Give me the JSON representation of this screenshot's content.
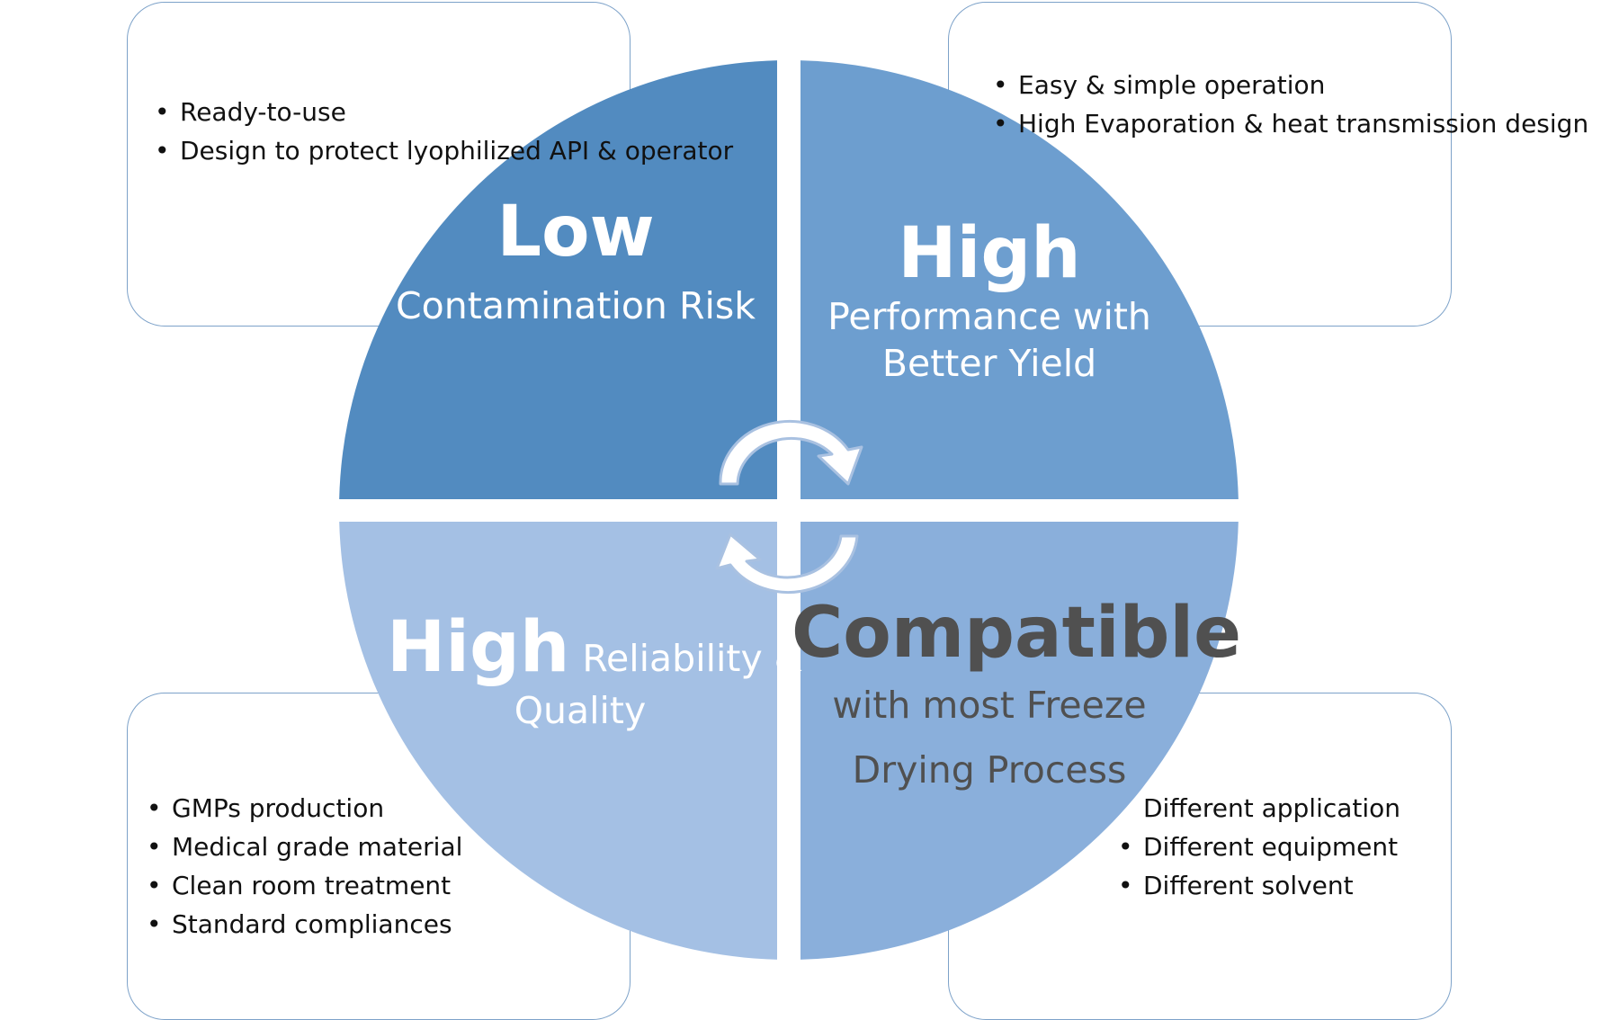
{
  "colors": {
    "q_top_left": "#528bc0",
    "q_top_right": "#6d9ecf",
    "q_bottom_left": "#a4c0e4",
    "q_bottom_right": "#8aafdb",
    "box_border": "#7da2c9",
    "arrow_fill": "#ffffff",
    "arrow_stroke": "#a9c1e1",
    "dark_text": "#505050"
  },
  "top_left": {
    "headline": "Low",
    "subtitle": "Contamination Risk",
    "bullets": [
      "Ready-to-use",
      "Design to protect lyophilized API & operator"
    ]
  },
  "top_right": {
    "headline": "High",
    "subtitle_line1": "Performance with",
    "subtitle_line2": "Better Yield",
    "bullets": [
      "Easy & simple operation",
      "High Evaporation & heat transmission design"
    ]
  },
  "bottom_left": {
    "headline": "High",
    "subtitle_line1": "Reliability &",
    "subtitle_line2": "Quality",
    "bullets": [
      "GMPs production",
      "Medical grade material",
      "Clean room treatment",
      "Standard compliances"
    ]
  },
  "bottom_right": {
    "headline": "Compatible",
    "subtitle_line1": "with most Freeze",
    "subtitle_line2": "Drying Process",
    "bullets": [
      "Different application",
      "Different equipment",
      "Different solvent"
    ]
  }
}
